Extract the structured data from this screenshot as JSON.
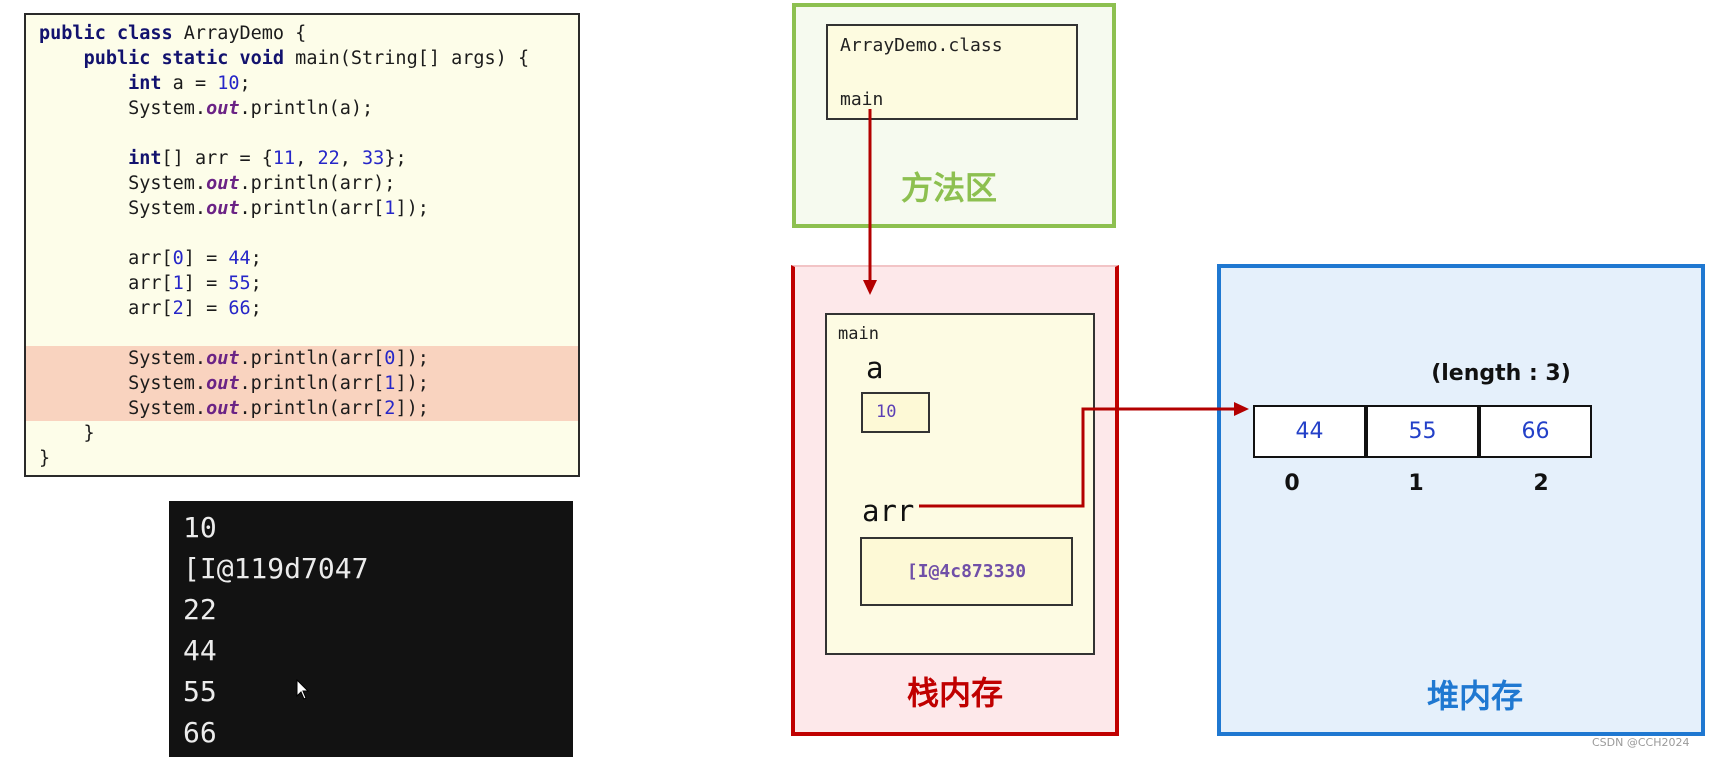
{
  "code": {
    "lines": [
      [
        {
          "kw": "public class"
        },
        {
          "txt": " ArrayDemo {"
        }
      ],
      [
        {
          "txt": "    "
        },
        {
          "kw": "public static void"
        },
        {
          "txt": " main(String[] args) {"
        }
      ],
      [
        {
          "txt": "        "
        },
        {
          "kw": "int"
        },
        {
          "txt": " a = "
        },
        {
          "num": "10"
        },
        {
          "txt": ";"
        }
      ],
      [
        {
          "txt": "        System."
        },
        {
          "fld": "out"
        },
        {
          "txt": ".println(a);"
        }
      ],
      [],
      [
        {
          "txt": "        "
        },
        {
          "kw": "int"
        },
        {
          "txt": "[] arr = {"
        },
        {
          "num": "11"
        },
        {
          "txt": ", "
        },
        {
          "num": "22"
        },
        {
          "txt": ", "
        },
        {
          "num": "33"
        },
        {
          "txt": "};"
        }
      ],
      [
        {
          "txt": "        System."
        },
        {
          "fld": "out"
        },
        {
          "txt": ".println(arr);"
        }
      ],
      [
        {
          "txt": "        System."
        },
        {
          "fld": "out"
        },
        {
          "txt": ".println(arr["
        },
        {
          "num": "1"
        },
        {
          "txt": "]);"
        }
      ],
      [],
      [
        {
          "txt": "        arr["
        },
        {
          "num": "0"
        },
        {
          "txt": "] = "
        },
        {
          "num": "44"
        },
        {
          "txt": ";"
        }
      ],
      [
        {
          "txt": "        arr["
        },
        {
          "num": "1"
        },
        {
          "txt": "] = "
        },
        {
          "num": "55"
        },
        {
          "txt": ";"
        }
      ],
      [
        {
          "txt": "        arr["
        },
        {
          "num": "2"
        },
        {
          "txt": "] = "
        },
        {
          "num": "66"
        },
        {
          "txt": ";"
        }
      ],
      [],
      [
        {
          "txt": "        System."
        },
        {
          "fld": "out"
        },
        {
          "txt": ".println(arr["
        },
        {
          "num": "0"
        },
        {
          "txt": "]);"
        }
      ],
      [
        {
          "txt": "        System."
        },
        {
          "fld": "out"
        },
        {
          "txt": ".println(arr["
        },
        {
          "num": "1"
        },
        {
          "txt": "]);"
        }
      ],
      [
        {
          "txt": "        System."
        },
        {
          "fld": "out"
        },
        {
          "txt": ".println(arr["
        },
        {
          "num": "2"
        },
        {
          "txt": "]);"
        }
      ],
      [
        {
          "txt": "    }"
        }
      ],
      [
        {
          "txt": "}"
        }
      ]
    ],
    "highlighted_lines": [
      13,
      14,
      15
    ]
  },
  "console": {
    "lines": [
      "10",
      "[I@119d7047",
      "22",
      "44",
      "55",
      "66"
    ]
  },
  "method_area": {
    "class_file": "ArrayDemo.class",
    "method": "main",
    "label": "方法区"
  },
  "stack": {
    "frame_label": "main",
    "variables": [
      {
        "name": "a",
        "value": "10"
      },
      {
        "name": "arr",
        "value": "[I@4c873330"
      }
    ],
    "label": "栈内存"
  },
  "heap": {
    "length_label": "(length : 3)",
    "values": [
      "44",
      "55",
      "66"
    ],
    "indices": [
      "0",
      "1",
      "2"
    ],
    "label": "堆内存"
  },
  "watermark": "CSDN @CCH2024",
  "colors": {
    "method_area": "#8dc050",
    "stack": "#c00000",
    "heap": "#1f78d1",
    "arrow": "#b30000"
  }
}
